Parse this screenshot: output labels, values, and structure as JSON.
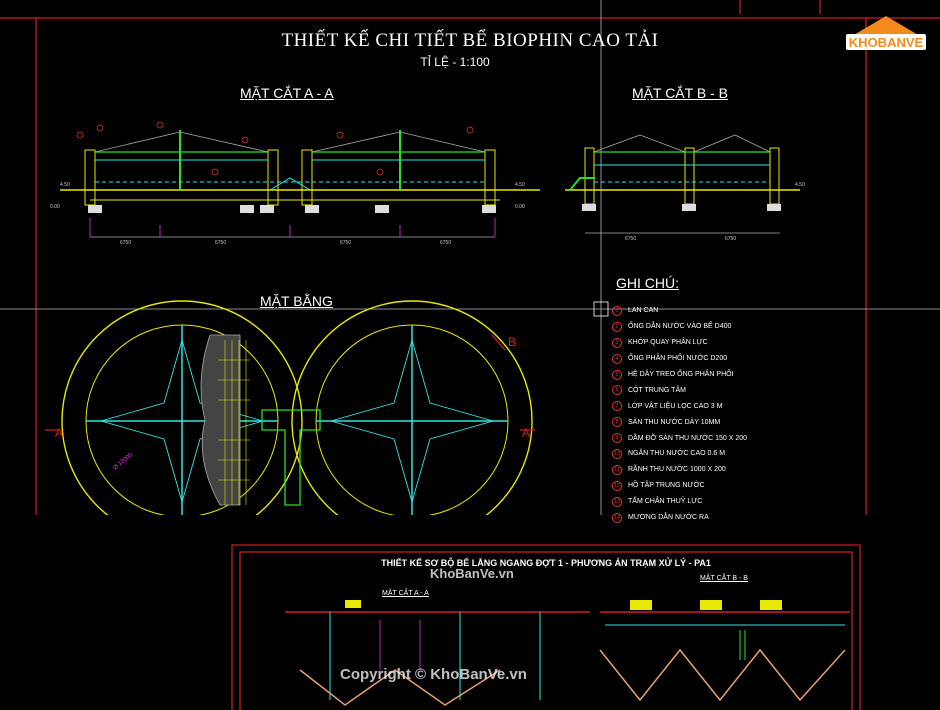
{
  "drawing": {
    "title": "THIẾT KẾ CHI TIẾT BỂ BIOPHIN CAO TẢI",
    "scale": "TỈ LỆ - 1:100",
    "section_aa": "MẶT CẮT A - A",
    "section_bb": "MẶT CẮT B - B",
    "plan": "MẶT BẰNG",
    "cut_marker_a": "A",
    "cut_marker_b": "B"
  },
  "legend": {
    "title": "GHI CHÚ:",
    "items": [
      {
        "no": "1",
        "text": "LAN CAN"
      },
      {
        "no": "2",
        "text": "ỐNG DẪN NƯỚC VÀO BỂ D400"
      },
      {
        "no": "3",
        "text": "KHỚP QUAY PHÂN LỰC"
      },
      {
        "no": "4",
        "text": "ỐNG PHÂN PHỐI NƯỚC D200"
      },
      {
        "no": "5",
        "text": "HỆ DÂY TREO ỐNG PHÂN PHỐI"
      },
      {
        "no": "6",
        "text": "CỘT TRUNG TÂM"
      },
      {
        "no": "7",
        "text": "LỚP VẬT LIỆU LỌC CAO 3 M"
      },
      {
        "no": "8",
        "text": "SÀN THU NƯỚC DÀY 10MM"
      },
      {
        "no": "9",
        "text": "DẦM ĐỠ SÀN THU NƯỚC 150 X 200"
      },
      {
        "no": "10",
        "text": "NGĂN THU NƯỚC CAO 0.6 M"
      },
      {
        "no": "11",
        "text": "RÃNH THU NƯỚC 1000 X 200"
      },
      {
        "no": "12",
        "text": "HỒ TẬP TRUNG NƯỚC"
      },
      {
        "no": "13",
        "text": "TẤM CHẮN THUỶ LỰC"
      },
      {
        "no": "14",
        "text": "MƯƠNG DẪN NƯỚC RA"
      }
    ]
  },
  "sheet2": {
    "title": "THIẾT KẾ SƠ BỘ BỂ LẮNG NGANG ĐỢT 1 - PHƯƠNG ÁN TRẠM XỬ LÝ - PA1",
    "section_aa": "MẶT CẮT A - A",
    "section_bb": "MẶT CẮT B - B"
  },
  "watermark": {
    "logo": "KHOBANVE",
    "site": "KhoBanVe.vn",
    "copyright": "Copyright © KhoBanVe.vn"
  },
  "colors": {
    "frame": "#d41e1e",
    "structure": "#e8e800",
    "pipe": "#2ee6e6",
    "green": "#27e027",
    "magenta": "#e830e8"
  }
}
